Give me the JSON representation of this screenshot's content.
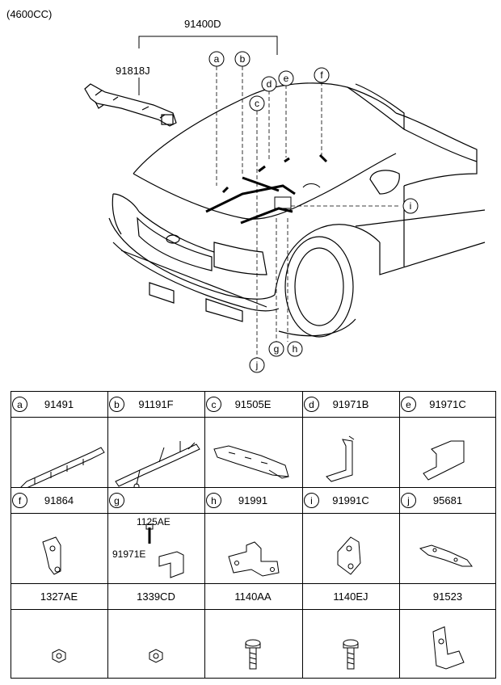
{
  "diagram": {
    "variant": "(4600CC)",
    "assembly_no": "91400D",
    "harness_no": "91818J",
    "callouts": [
      "a",
      "b",
      "c",
      "d",
      "e",
      "f",
      "g",
      "h",
      "i",
      "j"
    ]
  },
  "table": {
    "rows": [
      [
        {
          "letter": "a",
          "part": "91491",
          "icon": "long-harness-icon"
        },
        {
          "letter": "b",
          "part": "91191F",
          "icon": "harness-branch-icon"
        },
        {
          "letter": "c",
          "part": "91505E",
          "icon": "harness-protector-icon"
        },
        {
          "letter": "d",
          "part": "91971B",
          "icon": "bracket-icon"
        },
        {
          "letter": "e",
          "part": "91971C",
          "icon": "bracket-plate-icon"
        }
      ],
      [
        {
          "letter": "f",
          "part": "91864",
          "icon": "clip-bracket-icon"
        },
        {
          "letter": "g",
          "part": "",
          "icon": "bolt-bracket-icon",
          "sub_labels": [
            "1125AE",
            "91971E"
          ]
        },
        {
          "letter": "h",
          "part": "91991",
          "icon": "wing-bracket-icon"
        },
        {
          "letter": "i",
          "part": "91991C",
          "icon": "bracket-clip-icon"
        },
        {
          "letter": "j",
          "part": "95681",
          "icon": "strap-bracket-icon"
        }
      ],
      [
        {
          "letter": "",
          "part": "1327AE",
          "icon": "nut-icon"
        },
        {
          "letter": "",
          "part": "1339CD",
          "icon": "nut-icon"
        },
        {
          "letter": "",
          "part": "1140AA",
          "icon": "bolt-icon"
        },
        {
          "letter": "",
          "part": "1140EJ",
          "icon": "bolt-icon"
        },
        {
          "letter": "",
          "part": "91523",
          "icon": "l-bracket-icon"
        }
      ]
    ]
  }
}
